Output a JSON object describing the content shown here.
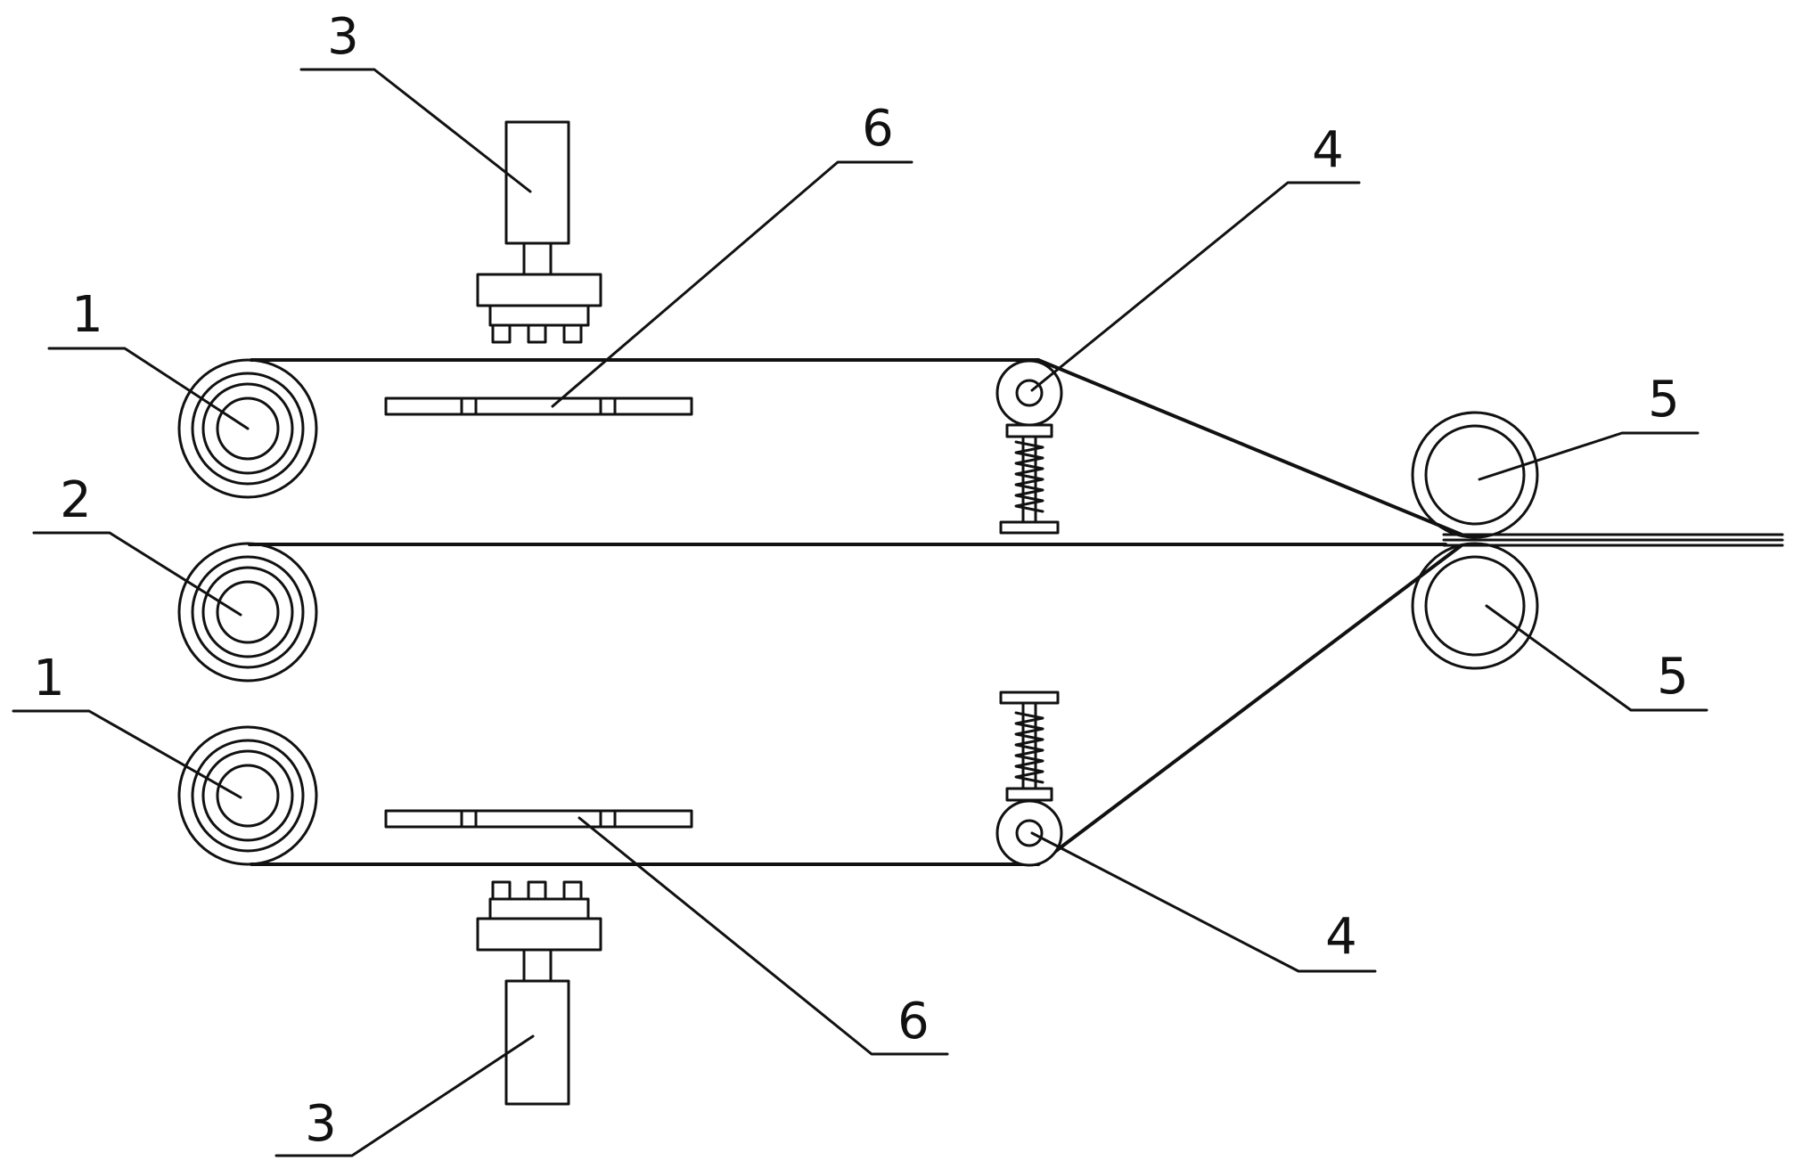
{
  "labels": {
    "unwind_roll_top": "1",
    "unwind_roll_bottom": "1",
    "center_roll": "2",
    "cylinder_top": "3",
    "cylinder_bottom": "3",
    "guide_roller_top": "4",
    "guide_roller_bottom": "4",
    "laminating_roll_top": "5",
    "laminating_roll_bottom": "5",
    "plate_top": "6",
    "plate_bottom": "6"
  },
  "colors": {
    "line": "#111111",
    "background": "#ffffff"
  }
}
